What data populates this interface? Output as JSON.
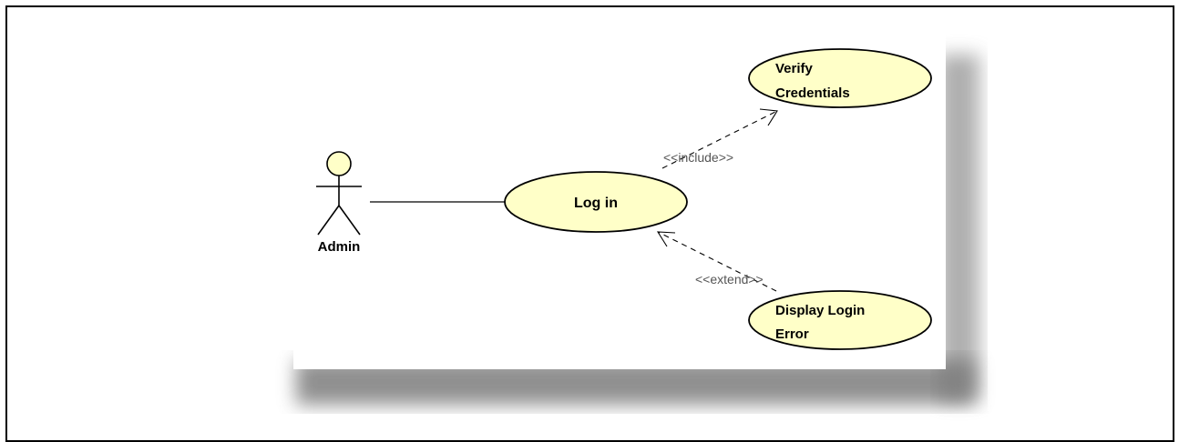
{
  "diagram": {
    "actor": {
      "name": "Admin"
    },
    "use_cases": {
      "login": {
        "label": "Log in"
      },
      "verify": {
        "line1": "Verify",
        "line2": "Credentials"
      },
      "display_error": {
        "line1": "Display Login",
        "line2": "Error"
      }
    },
    "relations": {
      "include_label": "<<include>>",
      "extend_label": "<<extend>>"
    },
    "colors": {
      "use_case_fill": "#ffffc8",
      "actor_fill": "#ffffc8",
      "stroke": "#000000",
      "relation_text": "#555555"
    }
  }
}
